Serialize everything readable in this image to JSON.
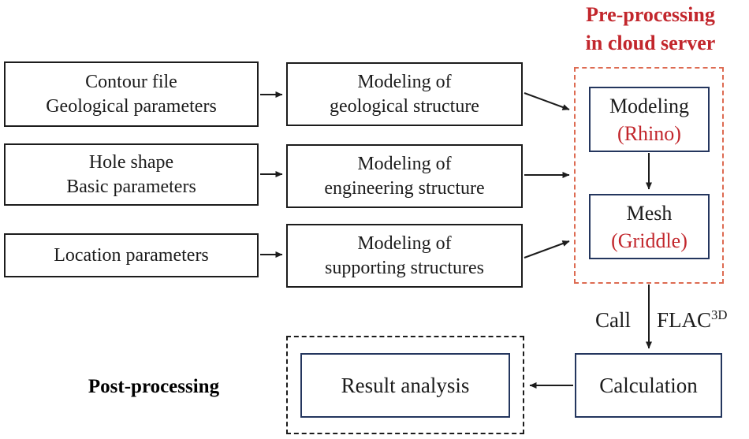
{
  "header": {
    "line1": "Pre-processing",
    "line2": "in cloud server"
  },
  "input_boxes": [
    {
      "line1": "Contour file",
      "line2": "Geological parameters"
    },
    {
      "line1": "Hole shape",
      "line2": "Basic parameters"
    },
    {
      "line1": "Location parameters"
    }
  ],
  "modeling_boxes": [
    {
      "line1": "Modeling of",
      "line2": "geological structure"
    },
    {
      "line1": "Modeling of",
      "line2": "engineering structure"
    },
    {
      "line1": "Modeling of",
      "line2": "supporting structures"
    }
  ],
  "cloud": {
    "modeling": {
      "name": "Modeling",
      "tool": "(Rhino)"
    },
    "mesh": {
      "name": "Mesh",
      "tool": "(Griddle)"
    }
  },
  "process_boxes": {
    "calculation": "Calculation",
    "result_analysis": "Result analysis"
  },
  "labels": {
    "call": "Call",
    "flac_base": "FLAC",
    "flac_sup": "3D",
    "post_processing": "Post-processing"
  },
  "colors": {
    "accent_red": "#c2262c",
    "dashed_red": "#dd6b52",
    "navy": "#24365e",
    "ink": "#1c1c1c"
  }
}
